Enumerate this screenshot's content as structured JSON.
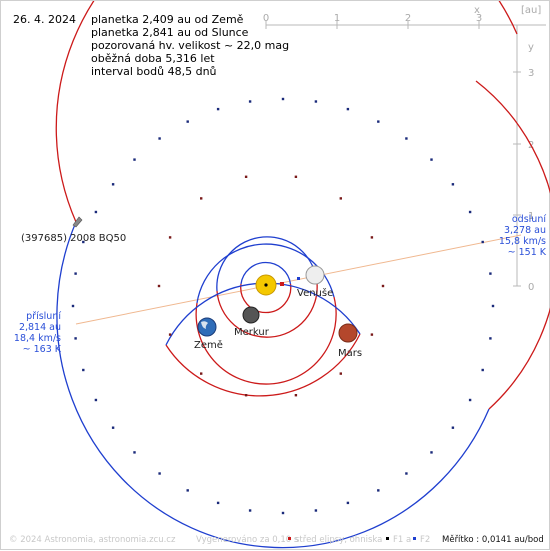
{
  "date": "26. 4. 2024",
  "info": {
    "line1": "planetka 2,409 au od Země",
    "line2": "planetka 2,841 au od Slunce",
    "line3": "pozorovaná hv. velikost ~ 22,0 mag",
    "line4": "oběžná doba 5,316 let",
    "line5": "interval bodů 48,5 dnů"
  },
  "axis": {
    "unit": "[au]",
    "x_label": "x",
    "y_label": "y",
    "x_ticks": [
      "0",
      "1",
      "2",
      "3"
    ],
    "y_ticks": [
      "3",
      "2",
      "1",
      "0"
    ]
  },
  "asteroid": {
    "name": "(397685) 2008 BQ50"
  },
  "planets": {
    "venus": "Venuše",
    "mercury": "Merkur",
    "earth": "Země",
    "mars": "Mars"
  },
  "aphelion": {
    "label": "odsluní",
    "distance": "3,278 au",
    "speed": "15,8 km/s",
    "temp": "~ 151 K"
  },
  "perihelion": {
    "label": "přísluní",
    "distance": "2,814 au",
    "speed": "18,4 km/s",
    "temp": "~ 163 K"
  },
  "footer": {
    "copyright": "© 2024 Astronomia, astronomia.zcu.cz",
    "generated": "Vygenerováno za 0,10 s",
    "legend_center": "střed elipsy, ohniska",
    "legend_f1": "F1 a",
    "legend_f2": "F2",
    "scale": "Měřítko : 0,0141 au/bod"
  },
  "colors": {
    "blue": "#1f3fcf",
    "red": "#cc1a1a",
    "orange_line": "#f0b890",
    "label_blue": "#2a4fd8",
    "axis_gray": "#b8b8b8"
  }
}
